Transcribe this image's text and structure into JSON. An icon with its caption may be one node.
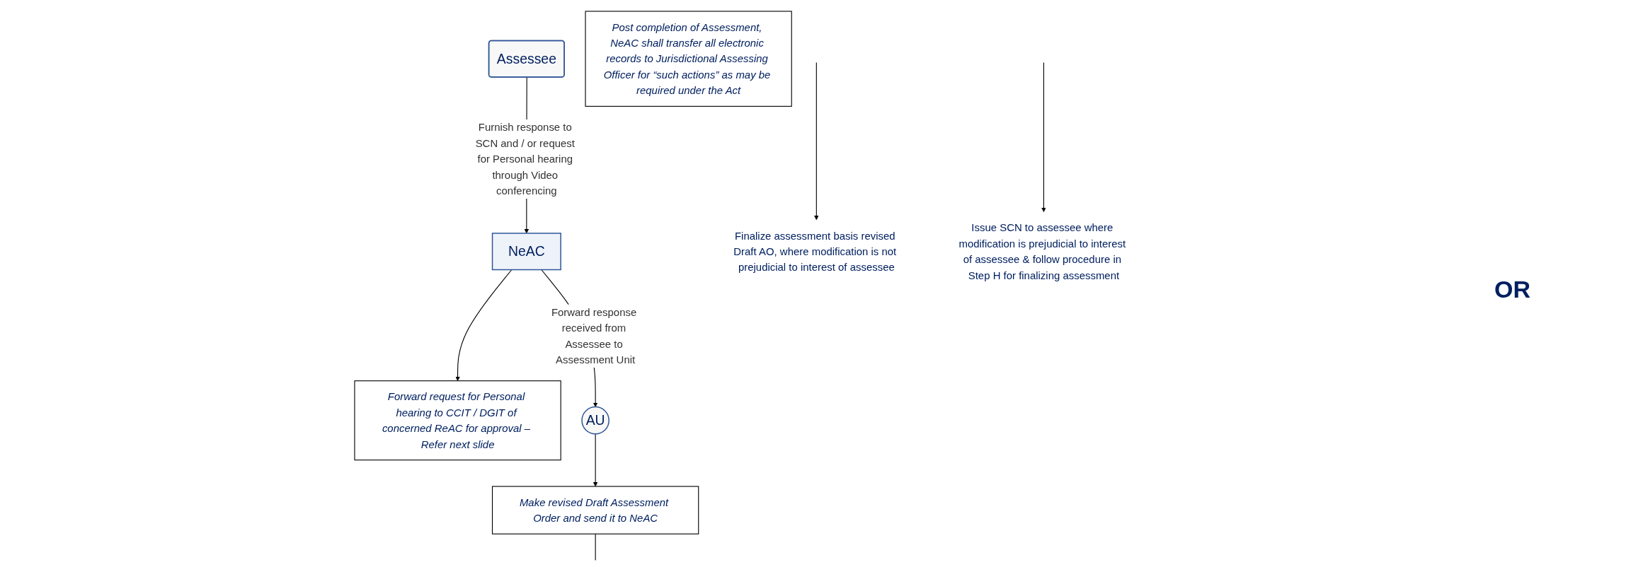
{
  "diagram": {
    "nodes": [
      {
        "text": [
          "Assessee"
        ]
      },
      {
        "text": [
          "NeAC"
        ]
      },
      {
        "text": [
          "Forward request for Personal hearing to CCIT / DGIT of concerned ReAC for approval – Refer next slide"
        ]
      },
      {
        "text": [
          "AU"
        ]
      },
      {
        "text": [
          "Make revised Draft Assessment Order and send it to NeAC"
        ]
      },
      {
        "text": [
          "Finalize assessment basis revised Draft AO, where modification is not prejudicial to interest of assessee"
        ]
      },
      {
        "text": [
          "Issue SCN to assessee where modification is prejudicial to interest of assessee & follow procedure in Step H for finalizing assessment"
        ]
      },
      {
        "text": [
          "Post completion of Assessment, NeAC shall transfer all electronic records to Jurisdictional Assessing Officer for “such actions” as may be required under the Act"
        ]
      }
    ],
    "edges": [
      {
        "from": 0,
        "to": 1,
        "arrow": "to",
        "label": "Furnish response to SCN and / or request for Personal hearing through Video conferencing"
      },
      {
        "from": 1,
        "to": 2,
        "arrow": "to"
      },
      {
        "from": 1,
        "to": 3,
        "arrow": "to",
        "label": "Forward response received from Assessee to Assessment Unit"
      },
      {
        "from": 3,
        "to": 4,
        "arrow": "to"
      },
      {
        "from": 4,
        "to": null,
        "arrow": "none"
      },
      {
        "from": null,
        "to": 5,
        "arrow": "to"
      },
      {
        "from": null,
        "to": 6,
        "arrow": "to"
      }
    ],
    "labels": [
      "OR"
    ]
  }
}
